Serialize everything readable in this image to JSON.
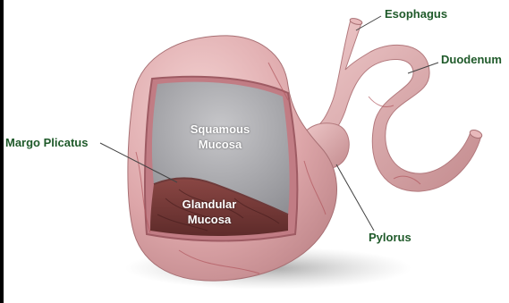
{
  "labels": {
    "esophagus": "Esophagus",
    "duodenum": "Duodenum",
    "margo_plicatus": "Margo Plicatus",
    "pylorus": "Pylorus",
    "squamous_line1": "Squamous",
    "squamous_line2": "Mucosa",
    "glandular_line1": "Glandular",
    "glandular_line2": "Mucosa"
  },
  "colors": {
    "label_text": "#1f5a2a",
    "tissue_pink": "#d9a3a6",
    "squamous_grey": "#a7a7ab",
    "glandular_red": "#7a3d3a",
    "leader_line": "#444444"
  }
}
